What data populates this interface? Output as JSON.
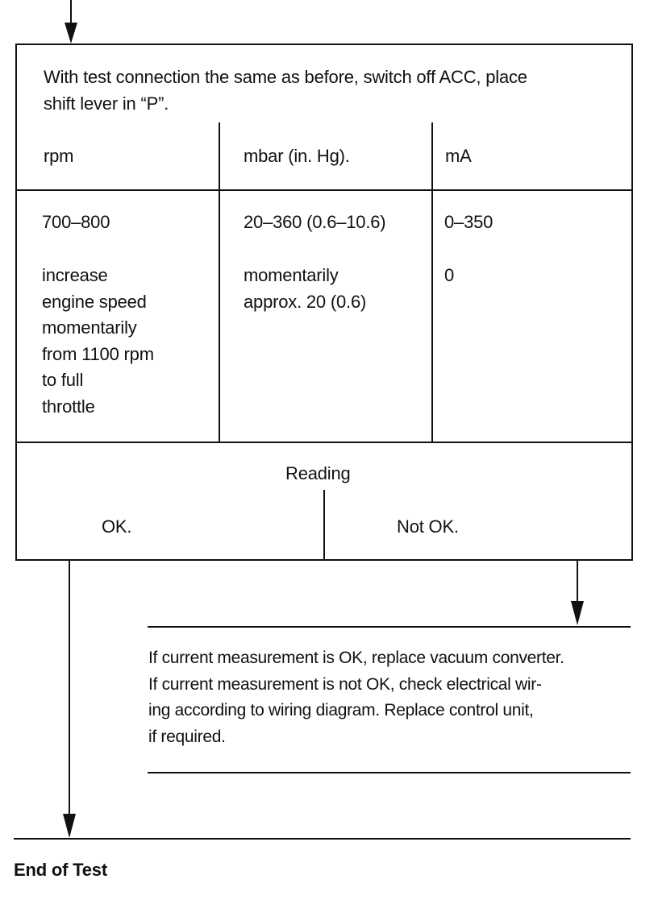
{
  "test_step": {
    "instruction": "With test connection the same as before, switch off ACC, place\nshift lever in “P”.",
    "columns": [
      "rpm",
      "mbar (in. Hg).",
      "mA"
    ],
    "rows": [
      [
        "700–800",
        "20–360 (0.6–10.6)",
        "0–350"
      ],
      [
        "increase\nengine speed\nmomentarily\nfrom 1100 rpm\nto full\nthrottle",
        "momentarily\napprox. 20 (0.6)",
        "0"
      ]
    ]
  },
  "reading": {
    "title": "Reading",
    "ok": "OK.",
    "not_ok": "Not OK."
  },
  "not_ok_action": "If current measurement is OK, replace vacuum converter.\nIf current measurement is not OK, check electrical wir-\ning according to wiring diagram. Replace control unit,\nif required.",
  "end_label": "End of Test"
}
